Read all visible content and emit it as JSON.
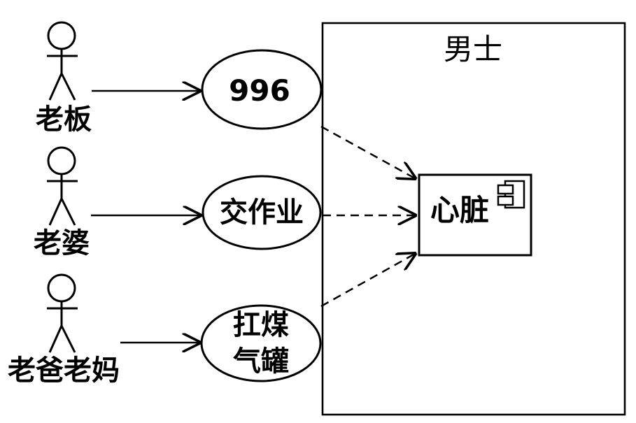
{
  "diagram": {
    "type": "uml-use-case-diagram",
    "system": {
      "title": "男士"
    },
    "actors": [
      {
        "id": "boss",
        "label": "老板"
      },
      {
        "id": "wife",
        "label": "老婆"
      },
      {
        "id": "parents",
        "label": "老爸老妈"
      }
    ],
    "use_cases": [
      {
        "id": "uc-996",
        "label": "996",
        "lines": [
          "996"
        ]
      },
      {
        "id": "uc-homework",
        "label": "交作业",
        "lines": [
          "交作业"
        ]
      },
      {
        "id": "uc-gas-tank",
        "label": "扛煤气罐",
        "lines": [
          "扛煤",
          "气罐"
        ]
      }
    ],
    "component": {
      "label": "心脏",
      "icon": "uml-component-icon"
    },
    "relations": {
      "associations": [
        {
          "from": "老板",
          "to": "996",
          "style": "solid-open-arrow"
        },
        {
          "from": "老婆",
          "to": "交作业",
          "style": "solid-open-arrow"
        },
        {
          "from": "老爸老妈",
          "to": "扛煤气罐",
          "style": "solid-open-arrow"
        }
      ],
      "dependencies": [
        {
          "from": "996",
          "to": "心脏",
          "style": "dashed-open-arrow"
        },
        {
          "from": "交作业",
          "to": "心脏",
          "style": "dashed-open-arrow"
        },
        {
          "from": "扛煤气罐",
          "to": "心脏",
          "style": "dashed-open-arrow"
        }
      ]
    },
    "colors": {
      "stroke": "#000000",
      "background": "#ffffff",
      "text": "#000000"
    }
  }
}
